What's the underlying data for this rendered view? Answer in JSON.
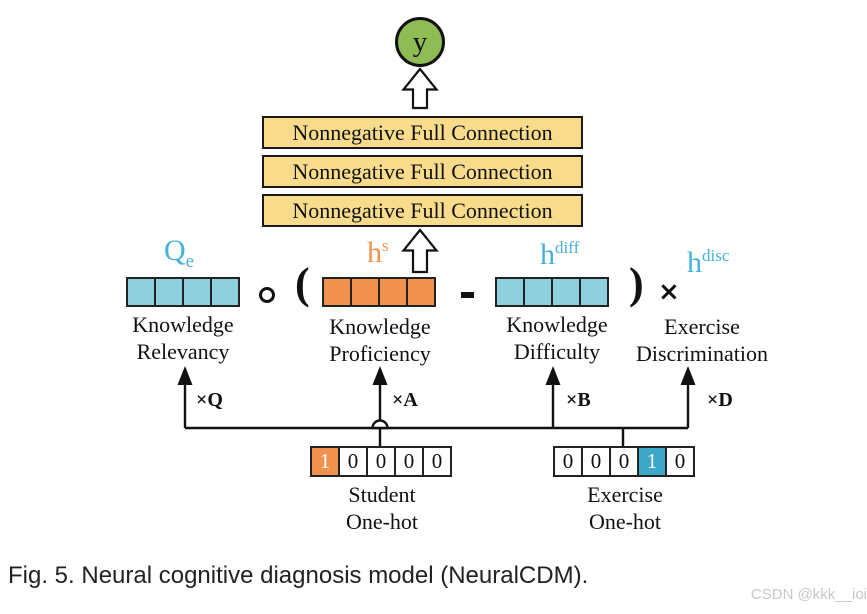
{
  "figure": {
    "output_node": {
      "label": "y"
    },
    "layers": [
      {
        "label": "Nonnegative Full Connection"
      },
      {
        "label": "Nonnegative Full Connection"
      },
      {
        "label": "Nonnegative Full Connection"
      }
    ],
    "formula": {
      "qe": {
        "base": "Q",
        "sub": "e"
      },
      "hs": {
        "base": "h",
        "sup": "s"
      },
      "hdiff": {
        "base": "h",
        "sup": "diff"
      },
      "hdisc": {
        "base": "h",
        "sup": "disc"
      },
      "operators": {
        "hadamard": "∘",
        "open_paren": "(",
        "minus": "-",
        "close_paren": ")",
        "times": "×"
      }
    },
    "vector_labels": {
      "knowledge_relevancy": {
        "line1": "Knowledge",
        "line2": "Relevancy"
      },
      "knowledge_proficiency": {
        "line1": "Knowledge",
        "line2": "Proficiency"
      },
      "knowledge_difficulty": {
        "line1": "Knowledge",
        "line2": "Difficulty"
      },
      "exercise_discrimination": {
        "line1": "Exercise",
        "line2": "Discrimination"
      }
    },
    "multipliers": {
      "q": "×Q",
      "a": "×A",
      "b": "×B",
      "d": "×D"
    },
    "onehot": {
      "student": {
        "cells": [
          "1",
          "0",
          "0",
          "0",
          "0"
        ],
        "hot_index": 0,
        "label_line1": "Student",
        "label_line2": "One-hot"
      },
      "exercise": {
        "cells": [
          "0",
          "0",
          "0",
          "1",
          "0"
        ],
        "hot_index": 3,
        "label_line1": "Exercise",
        "label_line2": "One-hot"
      }
    },
    "caption": "Fig. 5. Neural cognitive diagnosis model (NeuralCDM).",
    "watermark": "CSDN @kkk__ioi",
    "colors": {
      "node_green": "#8FBC55",
      "layer_yellow": "#F8DC8C",
      "vector_blue": "#8FD0DF",
      "vector_orange": "#F0924E",
      "hot_blue": "#3DA8C8",
      "math_label_blue": "#45B3D6",
      "math_label_orange": "#F0924E",
      "watermark_gray": "#C6C8CA"
    }
  }
}
